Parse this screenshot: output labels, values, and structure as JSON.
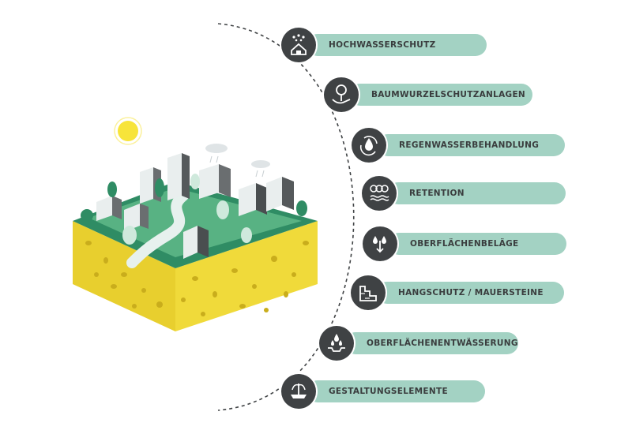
{
  "items": [
    {
      "label": "HOCHWASSERSCHUTZ",
      "icon": "flood-house-icon"
    },
    {
      "label": "BAUMWURZELSCHUTZANLAGEN",
      "icon": "tree-hand-icon"
    },
    {
      "label": "REGENWASSERBEHANDLUNG",
      "icon": "water-cycle-icon"
    },
    {
      "label": "RETENTION",
      "icon": "retention-trees-icon"
    },
    {
      "label": "OBERFLÄCHENBELÄGE",
      "icon": "surface-drops-icon"
    },
    {
      "label": "HANGSCHUTZ / MAUERSTEINE",
      "icon": "stairs-wall-icon"
    },
    {
      "label": "OBERFLÄCHENENTWÄSSERUNG",
      "icon": "drainage-drops-icon"
    },
    {
      "label": "GESTALTUNGSELEMENTE",
      "icon": "fountain-icon"
    }
  ],
  "colors": {
    "pill": "#a3d2c3",
    "badge": "#3f4244",
    "sponge": "#f0da3a",
    "grass": "#2f8c64",
    "sun": "#f7e43a"
  }
}
